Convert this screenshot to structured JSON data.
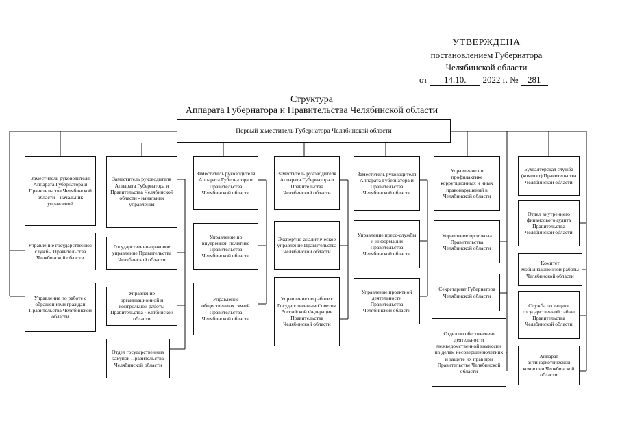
{
  "approval": {
    "line1": "УТВЕРЖДЕНА",
    "line2": "постановлением Губернатора",
    "line3": "Челябинской области",
    "date_prefix": "от",
    "date_value": "14.10.",
    "year_text": "2022 г.",
    "number_prefix": "№",
    "number_value": "281"
  },
  "title": {
    "line1": "Структура",
    "line2": "Аппарата Губернатора и Правительства Челябинской области"
  },
  "top_box": "Первый заместитель Губернатора Челябинской области",
  "columns": [
    {
      "head": "Заместитель руководителя Аппарата Губернатора и Правительства Челябинской области – начальник управлений",
      "children": [
        "Управление государственной службы Правительства Челябинской области",
        "Управление по работе с обращениями граждан Правительства Челябинской области"
      ]
    },
    {
      "head": "Заместитель руководителя Аппарата Губернатора и Правительства Челябинской области - начальник управления",
      "children": [
        "Государственно-правовое управление Правительства Челябинской области",
        "Управление организационной и контрольной работы Правительства Челябинской области",
        "Отдел государственных закупок Правительства Челябинской области"
      ]
    },
    {
      "head": "Заместитель руководителя Аппарата Губернатора и Правительства Челябинской области",
      "children": [
        "Управление по внутренней политике Правительства Челябинской области",
        "Управление общественных связей Правительства Челябинской области"
      ]
    },
    {
      "head": "Заместитель руководителя Аппарата Губернатора и Правительства Челябинской области",
      "children": [
        "Экспертно-аналитическое управление Правительства Челябинской области",
        "Управление по работе с Государственным Советом Российской Федерации Правительства Челябинской области"
      ]
    },
    {
      "head": "Заместитель руководителя Аппарата Губернатора и Правительства Челябинской области",
      "children": [
        "Управление пресс-службы и информации Правительства Челябинской области",
        "Управление проектной деятельности Правительства Челябинской области"
      ]
    },
    {
      "head": "Управление по профилактике коррупционных и иных правонарушений в Челябинской области",
      "children": [
        "Управление протокола Правительства Челябинской области",
        "Секретариат Губернатора Челябинской области",
        "Отдел по обеспечению деятельности межведомственной комиссии по делам несовершеннолетних и защите их прав при Правительстве Челябинской области"
      ]
    },
    {
      "head": "Бухгалтерская служба (комитет) Правительства Челябинской области",
      "children": [
        "Отдел внутреннего финансового аудита Правительства Челябинской области",
        "Комитет мобилизационной работы Челябинской области",
        "Служба по защите государственной тайны Правительства Челябинской области",
        "Аппарат антинаркотической комиссии Челябинской области"
      ]
    }
  ]
}
